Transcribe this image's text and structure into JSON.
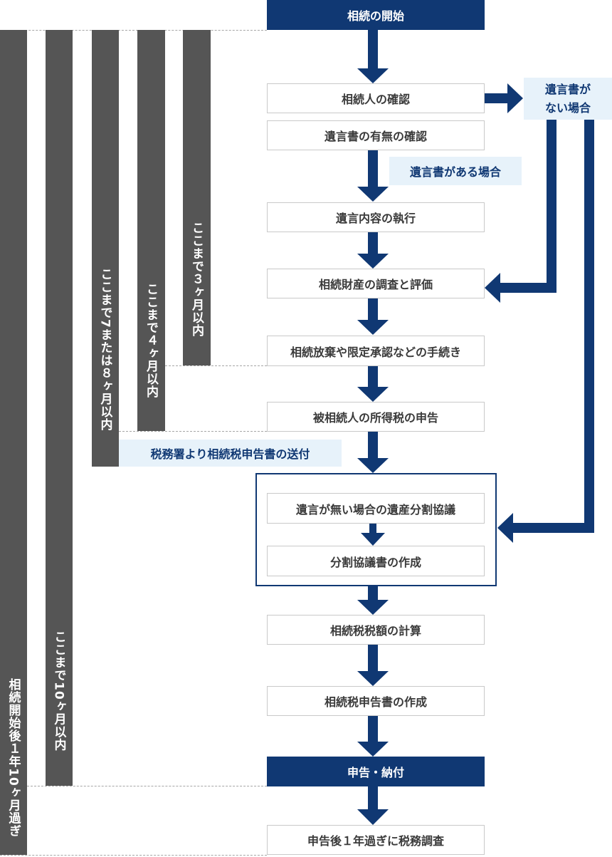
{
  "steps": {
    "start": "相続の開始",
    "confirm_heirs": "相続人の確認",
    "confirm_will": "遺言書の有無の確認",
    "execute_will": "遺言内容の執行",
    "survey_assets": "相続財産の調査と評価",
    "renunciation": "相続放棄や限定承認などの手続き",
    "income_tax": "被相続人の所得税の申告",
    "division_talks": "遺言が無い場合の遺産分割協議",
    "division_doc": "分割協議書の作成",
    "calc_tax": "相続税税額の計算",
    "make_return": "相続税申告書の作成",
    "file_pay": "申告・納付",
    "audit": "申告後１年過ぎに税務調査"
  },
  "notes": {
    "no_will_line1": "遺言書が",
    "no_will_line2": "ない場合",
    "with_will": "遺言書がある場合",
    "tax_office": "税務署より相続税申告書の送付"
  },
  "deadlines": {
    "month3": "ここまで３ヶ月以内",
    "month4": "ここまで４ヶ月以内",
    "month7_8": "ここまで7または８ヶ月以内",
    "month10": "ここまで10ヶ月以内",
    "after_1y10m": "相続開始後１年10ヶ月過ぎ"
  },
  "colors": {
    "accent_navy": "#103873",
    "bar_gray": "#555555",
    "note_bg": "#e7f2fa"
  }
}
